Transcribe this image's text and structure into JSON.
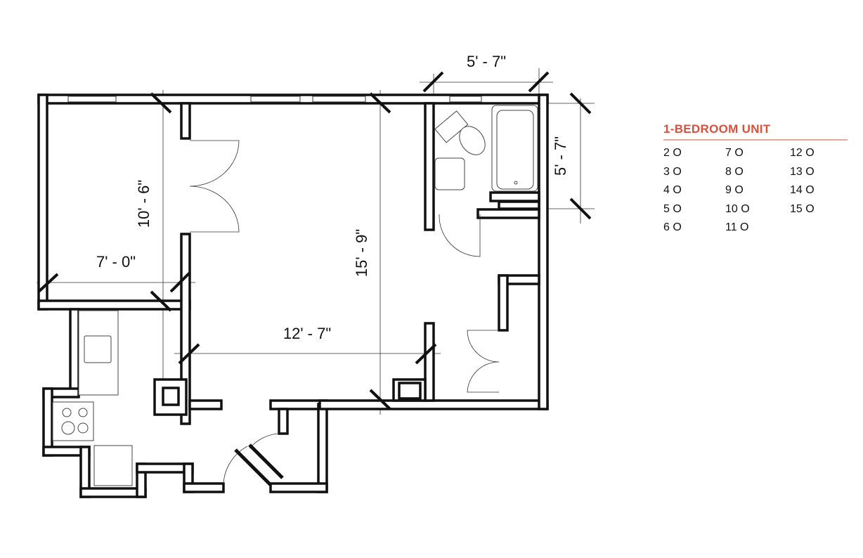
{
  "dimensions": {
    "top_width": "5' - 7\"",
    "bedroom_height": "10' - 6\"",
    "bedroom_width": "7' - 0\"",
    "living_height": "15' - 9\"",
    "living_width": "12' - 7\"",
    "bath_height": "5' - 7\""
  },
  "legend": {
    "title": "1-BEDROOM UNIT",
    "title_color": "#d9503f",
    "units": [
      "2 O",
      "3 O",
      "4 O",
      "5 O",
      "6 O",
      "7 O",
      "8 O",
      "9 O",
      "10 O",
      "11 O",
      "12 O",
      "13 O",
      "14 O",
      "15 O"
    ]
  }
}
